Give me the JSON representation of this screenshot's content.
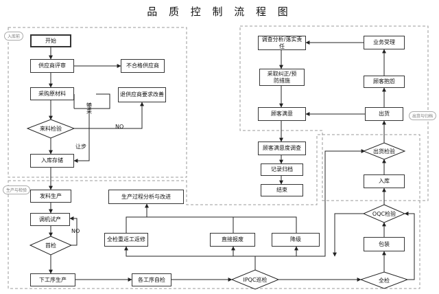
{
  "title": "品 质 控 制 流 程 图",
  "sections": {
    "incoming": "入库前",
    "production": "生产与检验",
    "shipping": "出货与归档"
  },
  "nodes": {
    "start": "开始",
    "supplier_review": "供应商评审",
    "unqualified_supplier": "不合格供应商",
    "purchase_material": "采购原材料",
    "return_supplier": "退供应商要求改善",
    "incoming_inspection": "来料检验",
    "warehouse_in": "入库存储",
    "material_issue": "发料生产",
    "trial_run": "调机试产",
    "first_inspection": "首检",
    "next_process": "下工序生产",
    "process_self_check": "各工序自检",
    "ipqc": "IPQC巡检",
    "full_inspection": "全检",
    "packing": "包装",
    "oqc": "OQC检验",
    "fg_storage": "入库",
    "shipment_inspection": "出货检验",
    "shipment": "出货",
    "rework": "全检重返工返修",
    "downgrade": "直接报废",
    "demote": "降级",
    "process_analysis": "生产过程分析与改进",
    "order_accept": "业务受理",
    "customer_complaint": "顾客抱怨",
    "investigation": "调查分析/落实责任",
    "corrective": "采取纠正/预防措施",
    "satisfaction": "顾客满意",
    "satisfaction_survey": "顾客满意度调查",
    "record_archive": "记录归档",
    "end": "结束"
  },
  "edge_labels": {
    "special_adopt": "特采",
    "no_incoming": "NO",
    "concession": "让步",
    "no_first": "NO"
  }
}
